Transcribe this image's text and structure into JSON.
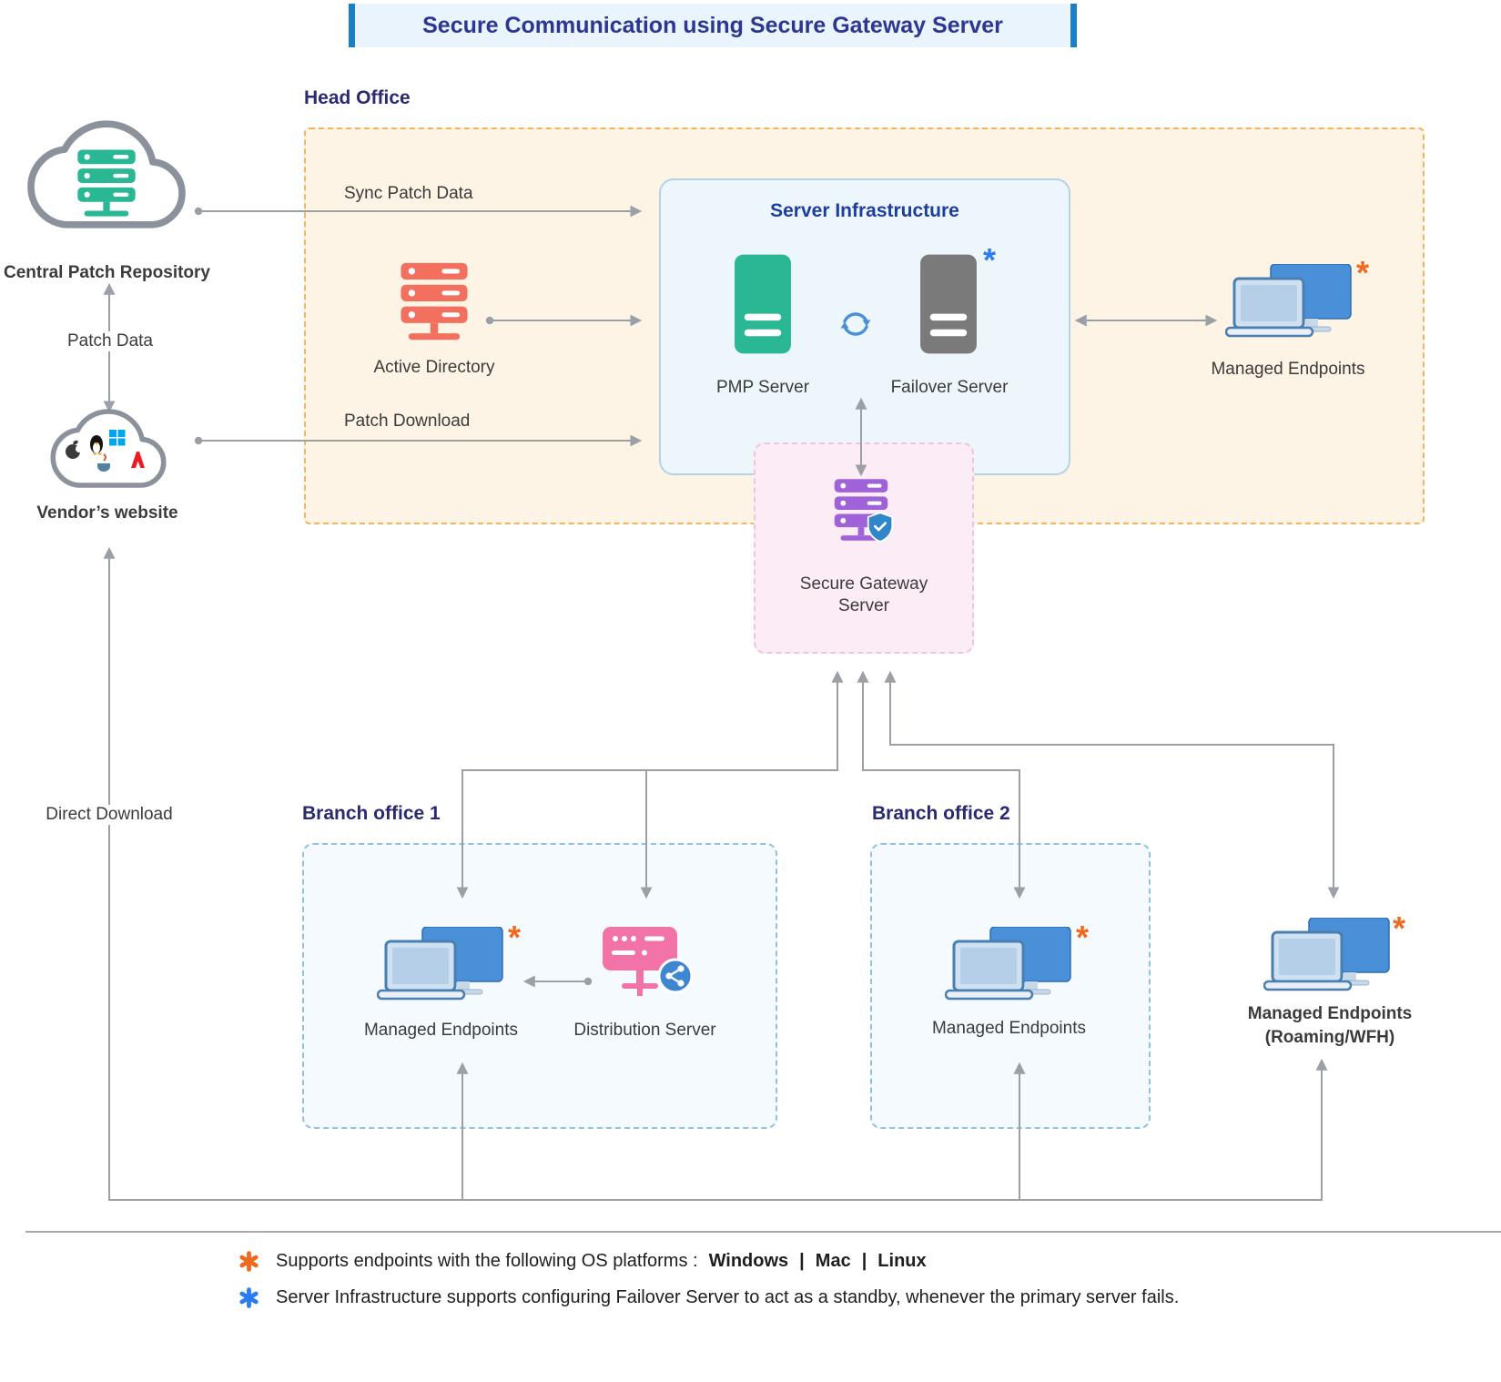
{
  "title": "Secure Communication using Secure Gateway Server",
  "sections": {
    "head_office": "Head Office",
    "server_infrastructure": "Server Infrastructure",
    "branch_office_1": "Branch office 1",
    "branch_office_2": "Branch office 2"
  },
  "nodes": {
    "central_patch_repository": "Central Patch Repository",
    "vendors_website": "Vendor’s website",
    "active_directory": "Active Directory",
    "pmp_server": "PMP Server",
    "failover_server": "Failover Server",
    "managed_endpoints_head_office": "Managed Endpoints",
    "secure_gateway_line1": "Secure Gateway",
    "secure_gateway_line2": "Server",
    "managed_endpoints_branch1": "Managed Endpoints",
    "distribution_server": "Distribution Server",
    "managed_endpoints_branch2": "Managed Endpoints",
    "managed_endpoints_roaming_line1": "Managed Endpoints",
    "managed_endpoints_roaming_line2": "(Roaming/WFH)"
  },
  "flows": {
    "sync_patch_data": "Sync Patch Data",
    "patch_download": "Patch Download",
    "patch_data": "Patch Data",
    "direct_download": "Direct Download"
  },
  "marks": {
    "asterisk": "*"
  },
  "legend": {
    "os_support": {
      "prefix": "Supports endpoints with the following OS platforms :",
      "windows": "Windows",
      "separator": "|",
      "mac": "Mac",
      "linux": "Linux"
    },
    "failover_note": "Server Infrastructure supports configuring Failover Server to act as a standby, whenever the primary server fails."
  },
  "icons": {
    "central_patch_repository": "cloud-server-icon",
    "vendors_website": "cloud-os-logos-icon",
    "active_directory": "server-rack-icon",
    "pmp_server": "server-tower-icon",
    "failover_server": "server-tower-icon",
    "sync": "sync-arrows-icon",
    "secure_gateway": "server-shield-icon",
    "managed_endpoints": "laptop-monitor-icon",
    "distribution_server": "server-share-icon",
    "legend_bullets": "asterisk-icon"
  },
  "colors": {
    "orange_asterisk": "#ee6a1f",
    "blue_asterisk": "#2b7cf0",
    "pmp_server_green": "#2ab793",
    "failover_gray": "#7a7a7a",
    "active_directory_coral": "#f4705e",
    "gateway_purple": "#a062d8",
    "distribution_pink": "#f173a8",
    "endpoint_blue": "#4a90d9",
    "connector_gray": "#9aa0a6",
    "section_navy": "#2a2a72",
    "title_blue": "#2c3792"
  }
}
